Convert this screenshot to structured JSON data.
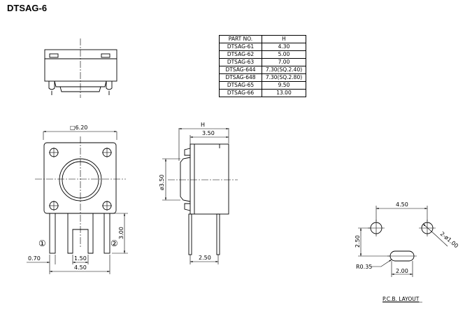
{
  "title": "DTSAG-6",
  "table": {
    "headers": [
      "PART NO.",
      "H"
    ],
    "rows": [
      [
        "DTSAG-61",
        "4.30"
      ],
      [
        "DTSAG-62",
        "5.00"
      ],
      [
        "DTSAG-63",
        "7.00"
      ],
      [
        "DTSAG-644",
        "7.30(SQ.2.40)"
      ],
      [
        "DTSAG-648",
        "7.30(SQ.2.80)"
      ],
      [
        "DTSAG-65",
        "9.50"
      ],
      [
        "DTSAG-66",
        "13.00"
      ]
    ]
  },
  "front_view": {
    "width_dim": "□6.20",
    "pin_height_dim": "3.00",
    "pin_offset_dim": "0.70",
    "pin_gap_dim": "1.50",
    "pin_span_dim": "4.50",
    "pin1_label": "①",
    "pin2_label": "②"
  },
  "side_view": {
    "height_dim": "H",
    "body_dim": "3.50",
    "stem_dim": "ø3.50",
    "lead_spacing_dim": "2.50"
  },
  "pcb_layout": {
    "hole_spacing_dim": "4.50",
    "row_spacing_dim": "2.50",
    "hole_dim": "2-ø1.00",
    "radius_dim": "R0.35",
    "slot_dim": "2.00",
    "caption": "P.C.B. LAYOUT"
  }
}
